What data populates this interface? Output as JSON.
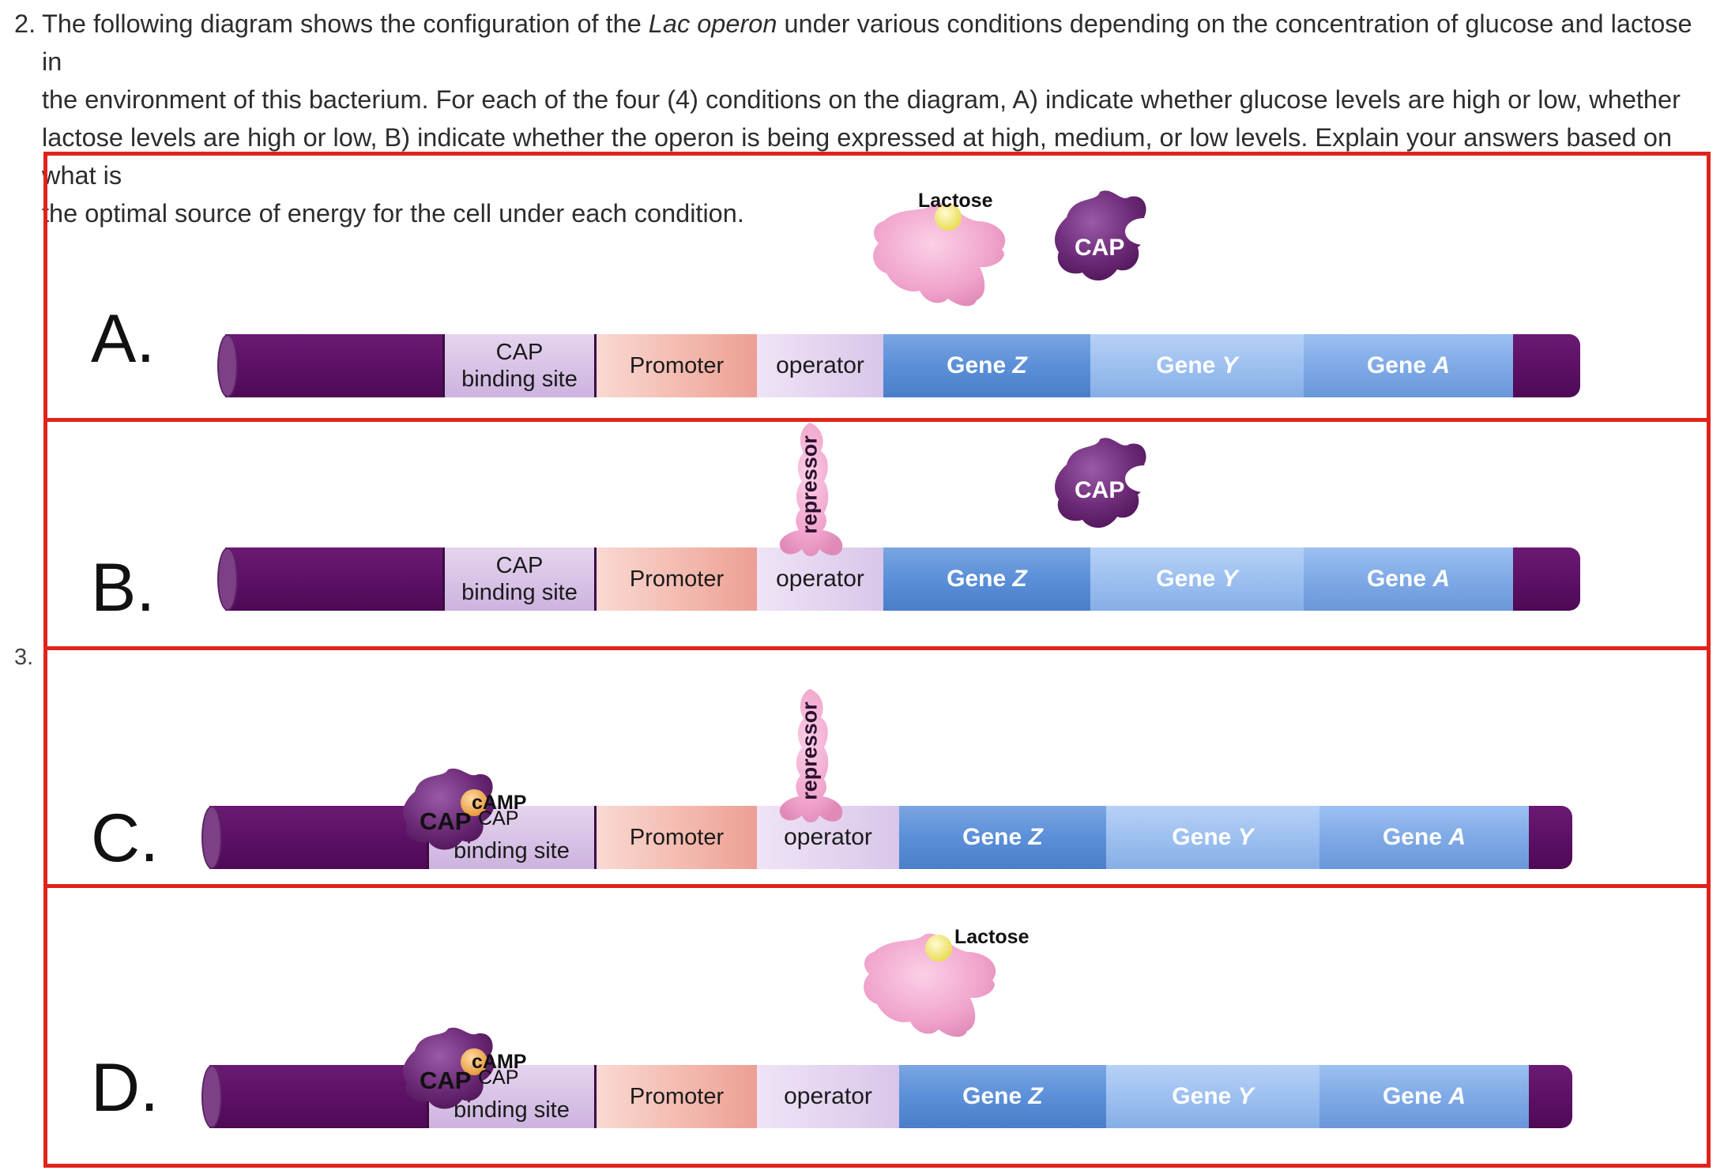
{
  "question": {
    "number": "2.",
    "line1_prefix": "The following diagram shows the configuration of the ",
    "line1_italic": "Lac operon",
    "line1_suffix": " under various conditions depending on the concentration of glucose and lactose in",
    "line2": "the environment of this bacterium. For each of the four (4) conditions on the diagram,  A) indicate whether glucose levels are high or low, whether",
    "line3": "lactose levels are high or low, B) indicate whether the operon is being expressed at high, medium, or low levels. Explain your answers based on what is",
    "line4": "the optimal source of energy for the cell under each condition."
  },
  "side_number": "3.",
  "segments": {
    "cap_binding_line1": "CAP",
    "cap_binding_line2": "binding site",
    "cap_binding_partial": "binding site",
    "promoter": "Promoter",
    "operator": "operator",
    "gene_word": "Gene",
    "gene_z": "Z",
    "gene_y": "Y",
    "gene_a": "A"
  },
  "molecules": {
    "lactose": "Lactose",
    "cap": "CAP",
    "camp": "cAMP",
    "repressor": "repressor"
  },
  "panels": [
    {
      "letter": "A."
    },
    {
      "letter": "B."
    },
    {
      "letter": "C."
    },
    {
      "letter": "D."
    }
  ],
  "colors": {
    "frame": "#e0241b",
    "dna_end": "#5a0f63",
    "repressor": "#f2a9cf",
    "cap_protein": "#6a2a75",
    "lactose_ball": "#f3ea6c",
    "camp_ball": "#f0a64e"
  }
}
